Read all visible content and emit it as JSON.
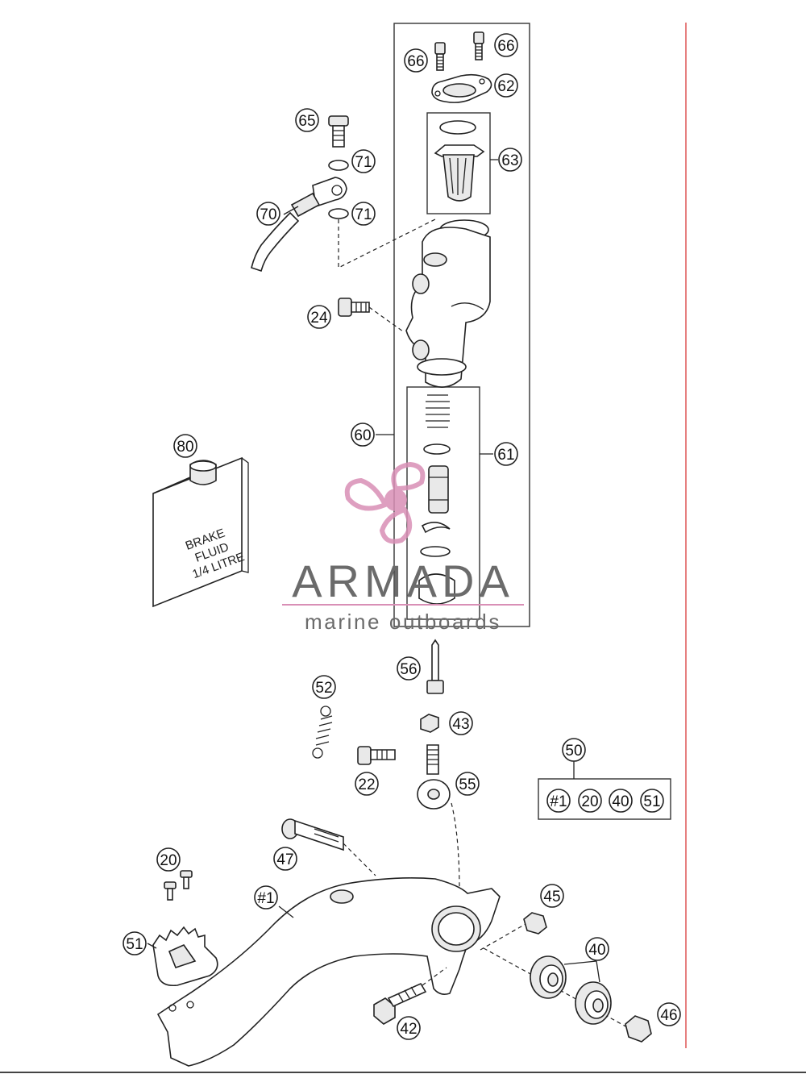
{
  "diagram": {
    "callouts": [
      {
        "id": "66a",
        "text": "66"
      },
      {
        "id": "66b",
        "text": "66"
      },
      {
        "id": "62",
        "text": "62"
      },
      {
        "id": "65",
        "text": "65"
      },
      {
        "id": "63",
        "text": "63"
      },
      {
        "id": "71a",
        "text": "71"
      },
      {
        "id": "70",
        "text": "70"
      },
      {
        "id": "71b",
        "text": "71"
      },
      {
        "id": "24",
        "text": "24"
      },
      {
        "id": "60",
        "text": "60"
      },
      {
        "id": "61",
        "text": "61"
      },
      {
        "id": "80",
        "text": "80"
      },
      {
        "id": "56",
        "text": "56"
      },
      {
        "id": "52",
        "text": "52"
      },
      {
        "id": "43",
        "text": "43"
      },
      {
        "id": "50",
        "text": "50"
      },
      {
        "id": "22",
        "text": "22"
      },
      {
        "id": "55",
        "text": "55"
      },
      {
        "id": "47",
        "text": "47"
      },
      {
        "id": "20",
        "text": "20"
      },
      {
        "id": "45",
        "text": "45"
      },
      {
        "id": "h1",
        "text": "#1"
      },
      {
        "id": "51",
        "text": "51"
      },
      {
        "id": "40",
        "text": "40"
      },
      {
        "id": "46",
        "text": "46"
      },
      {
        "id": "42",
        "text": "42"
      }
    ],
    "kit_items": [
      "#1",
      "20",
      "40",
      "51"
    ],
    "fluid_can_label": [
      "BRAKE",
      "FLUID",
      "1/4 LITRE"
    ]
  },
  "watermark": {
    "brand": "ARMADA",
    "tagline": "marine outboards",
    "logo_color": "#d98fb6",
    "text_color": "#6b6b6b"
  },
  "accent_line_color": "#e06060"
}
